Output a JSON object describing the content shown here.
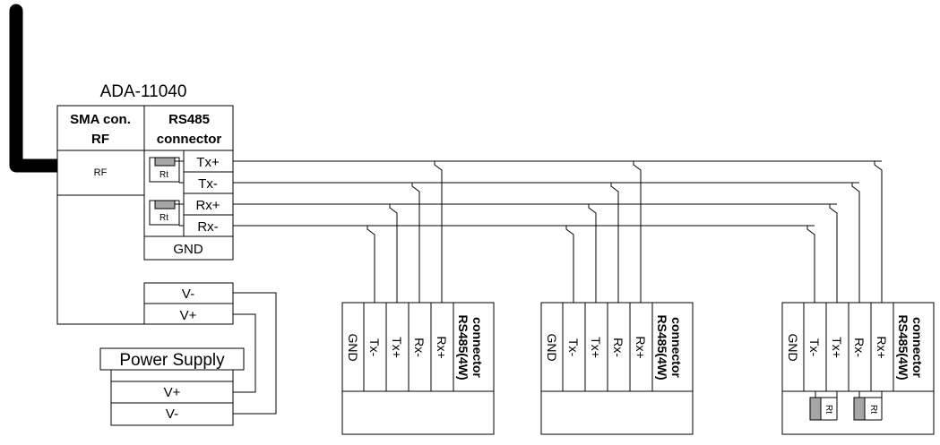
{
  "device": {
    "title": "ADA-11040",
    "sma_header": [
      "SMA con.",
      "RF"
    ],
    "rf_label": "RF",
    "rs485_header": [
      "RS485",
      "connector"
    ],
    "pins": [
      "Tx+",
      "Tx-",
      "Rx+",
      "Rx-"
    ],
    "gnd_label": "GND",
    "resistor_label": "Rt",
    "power_pins": [
      "V-",
      "V+"
    ]
  },
  "power_supply": {
    "title": "Power Supply",
    "pins": [
      "V+",
      "V-"
    ]
  },
  "connectors": [
    {
      "pins": [
        "GND",
        "Tx-",
        "Tx+",
        "Rx-",
        "Rx+"
      ],
      "title": [
        "RS485(4W)",
        "connector"
      ],
      "terminated": false
    },
    {
      "pins": [
        "GND",
        "Tx-",
        "Tx+",
        "Rx-",
        "Rx+"
      ],
      "title": [
        "RS485(4W)",
        "connector"
      ],
      "terminated": false
    },
    {
      "pins": [
        "GND",
        "Tx-",
        "Tx+",
        "Rx-",
        "Rx+"
      ],
      "title": [
        "RS485(4W)",
        "connector"
      ],
      "terminated": true,
      "resistor_label": "Rt"
    }
  ],
  "colors": {
    "line": "#000000",
    "resistor_fill": "#a6a6a6",
    "antenna": "#000000"
  }
}
